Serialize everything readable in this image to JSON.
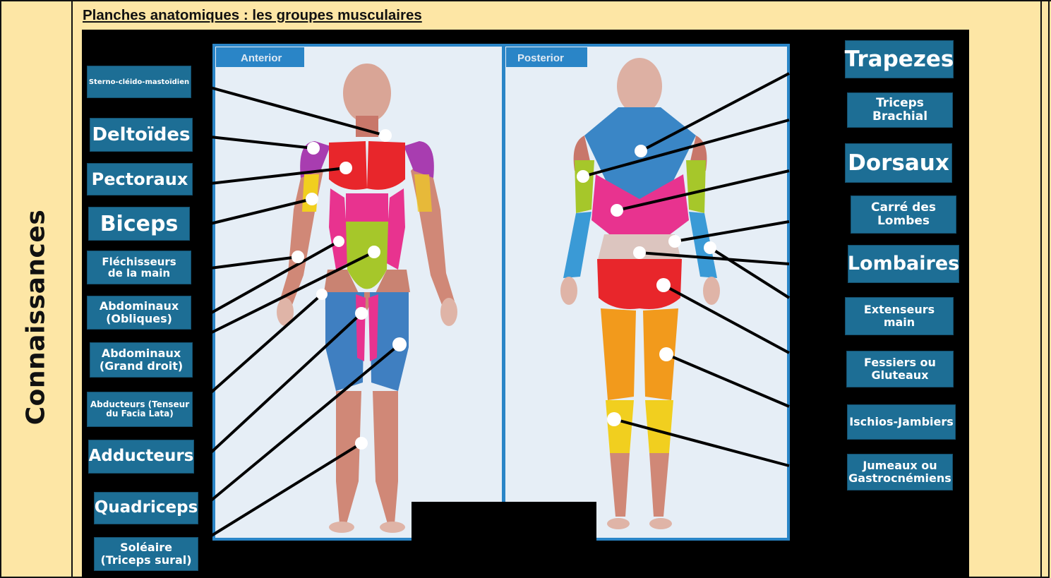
{
  "side_label": "Connaissances",
  "heading": "Planches anatomiques : les groupes musculaires",
  "panels": {
    "anterior": "Anterior",
    "posterior": "Posterior"
  },
  "labels_left": [
    "Sterno-cléido-mastoïdien",
    "Deltoïdes",
    "Pectoraux",
    "Biceps",
    "Fléchisseurs\nde la main",
    "Abdominaux\n(Obliques)",
    "Abdominaux\n(Grand droit)",
    "Abducteurs (Tenseur\ndu Facia Lata)",
    "Adducteurs",
    "Quadriceps",
    "Soléaire\n(Triceps sural)"
  ],
  "labels_right": [
    "Trapezes",
    "Triceps Brachial",
    "Dorsaux",
    "Carré des\nLombes",
    "Lombaires",
    "Extenseurs\nmain",
    "Fessiers ou\nGluteaux",
    "Ischios-Jambiers",
    "Jumeaux ou\nGastrocnémiens"
  ],
  "colors": {
    "page_bg": "#fde6a5",
    "label_bg": "#1d6e95",
    "panel_bg": "#e6eef6",
    "panel_tab": "#2a85c7",
    "deltoid": "#a83db0",
    "pectoral": "#e8262b",
    "biceps": "#f1cf1f",
    "abs_rectus": "#a6c72a",
    "obliques": "#e8338f",
    "quadriceps": "#3f7fc1",
    "adductors": "#e8338f",
    "trapezius": "#3a86c6",
    "triceps": "#a6c72a",
    "latissimus": "#e8338f",
    "glutes": "#e8262b",
    "hamstrings": "#f29a1c",
    "calves": "#f1cf1f",
    "forearm_ext": "#3a9ad6"
  }
}
